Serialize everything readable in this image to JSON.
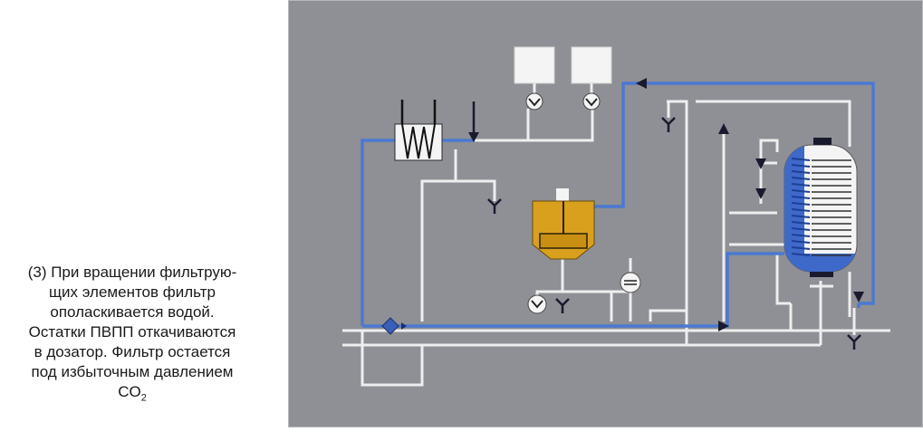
{
  "caption": {
    "lines": [
      "(3) При вращении фильтрую-",
      "щих элементов фильтр",
      "ополаскивается водой.",
      "Остатки ПВПП откачиваются",
      "в дозатор. Фильтр остается",
      "под избыточным давлением"
    ],
    "formula_main": "CO",
    "formula_sub": "2"
  },
  "colors": {
    "background": "#8e9095",
    "pipe_white": "#eeeeee",
    "pipe_blue": "#4b78d2",
    "tank_gold": "#d9a01e",
    "tank_body": "#f4f4f4"
  }
}
